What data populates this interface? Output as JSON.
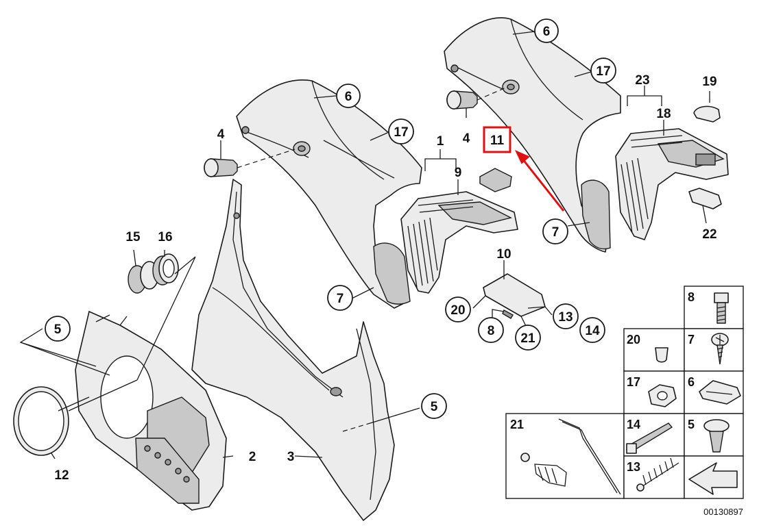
{
  "callouts": {
    "c1": "1",
    "c2": "2",
    "c3": "3",
    "c4a": "4",
    "c4b": "4",
    "c5a": "5",
    "c5b": "5",
    "c6a": "6",
    "c6b": "6",
    "c7a": "7",
    "c7b": "7",
    "c8": "8",
    "c9": "9",
    "c10": "10",
    "c11": "11",
    "c12": "12",
    "c13": "13",
    "c14": "14",
    "c15": "15",
    "c16": "16",
    "c17a": "17",
    "c17b": "17",
    "c18": "18",
    "c19": "19",
    "c20": "20",
    "c21": "21",
    "c22": "22",
    "c23": "23"
  },
  "grid": {
    "g8": "8",
    "g20": "20",
    "g7": "7",
    "g17": "17",
    "g6": "6",
    "g21": "21",
    "g14": "14",
    "g5": "5",
    "g13": "13"
  },
  "diagram_code": "00130897",
  "colors": {
    "highlight": "#e01010",
    "ink": "#1a1a1a",
    "part_fill": "#ececec"
  }
}
